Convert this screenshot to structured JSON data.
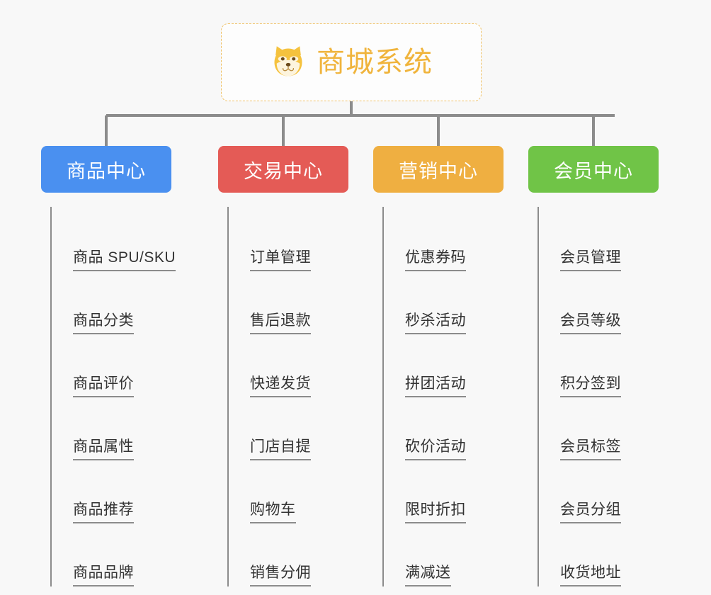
{
  "page": {
    "background_color": "#f8f8f8",
    "type": "mindmap"
  },
  "root": {
    "title": "商城系统",
    "icon": "shiba-dog-face-icon",
    "title_color": "#f0b43c",
    "border_color": "#f0c268"
  },
  "branches": [
    {
      "label": "商品中心",
      "color": "#4a90f0",
      "items": [
        "商品 SPU/SKU",
        "商品分类",
        "商品评价",
        "商品属性",
        "商品推荐",
        "商品品牌"
      ]
    },
    {
      "label": "交易中心",
      "color": "#e45b56",
      "items": [
        "订单管理",
        "售后退款",
        "快递发货",
        "门店自提",
        "购物车",
        "销售分佣"
      ]
    },
    {
      "label": "营销中心",
      "color": "#efaf41",
      "items": [
        "优惠券码",
        "秒杀活动",
        "拼团活动",
        "砍价活动",
        "限时折扣",
        "满减送"
      ]
    },
    {
      "label": "会员中心",
      "color": "#70c447",
      "items": [
        "会员管理",
        "会员等级",
        "积分签到",
        "会员标签",
        "会员分组",
        "收货地址"
      ]
    }
  ],
  "connector": {
    "color": "#8c8c8c"
  }
}
